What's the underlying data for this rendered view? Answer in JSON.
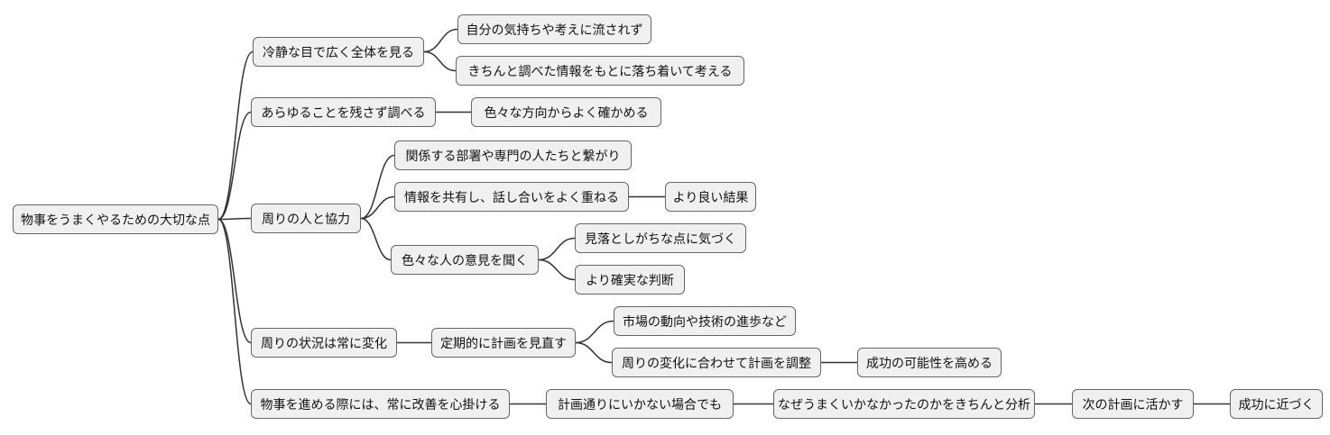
{
  "diagram": {
    "kind": "mindmap-flowchart-left-to-right",
    "background": "#ffffff"
  },
  "colors": {
    "node_fill": "#f0f0f0",
    "node_border": "#666666",
    "edge_line": "#333333",
    "text": "#111111"
  },
  "nodes": {
    "root": {
      "label": "物事をうまくやるための大切な点"
    },
    "calm_view": {
      "label": "冷静な目で広く全体を見る"
    },
    "not_swayed": {
      "label": "自分の気持ちや考えに流されず"
    },
    "think_calmly": {
      "label": "きちんと調べた情報をもとに落ち着いて考える"
    },
    "investigate_all": {
      "label": "あらゆることを残さず調べる"
    },
    "check_directions": {
      "label": "色々な方向からよく確かめる"
    },
    "cooperate": {
      "label": "周りの人と協力"
    },
    "connect_experts": {
      "label": "関係する部署や専門の人たちと繋がり"
    },
    "share_info": {
      "label": "情報を共有し、話し合いをよく重ねる"
    },
    "better_results": {
      "label": "より良い結果"
    },
    "listen_opinions": {
      "label": "色々な人の意見を聞く"
    },
    "notice_overlooked": {
      "label": "見落としがちな点に気づく"
    },
    "reliable_judgment": {
      "label": "より確実な判断"
    },
    "situation_changes": {
      "label": "周りの状況は常に変化"
    },
    "review_plan": {
      "label": "定期的に計画を見直す"
    },
    "market_trends": {
      "label": "市場の動向や技術の進歩など"
    },
    "adjust_plan": {
      "label": "周りの変化に合わせて計画を調整"
    },
    "increase_success": {
      "label": "成功の可能性を高める"
    },
    "keep_improving": {
      "label": "物事を進める際には、常に改善を心掛ける"
    },
    "plan_fails": {
      "label": "計画通りにいかない場合でも"
    },
    "analyze_failure": {
      "label": "なぜうまくいかなかったのかをきちんと分析"
    },
    "apply_next_plan": {
      "label": "次の計画に活かす"
    },
    "approach_success": {
      "label": "成功に近づく"
    }
  },
  "edges": [
    {
      "from": "root",
      "to": "calm_view"
    },
    {
      "from": "root",
      "to": "investigate_all"
    },
    {
      "from": "root",
      "to": "cooperate"
    },
    {
      "from": "root",
      "to": "situation_changes"
    },
    {
      "from": "root",
      "to": "keep_improving"
    },
    {
      "from": "calm_view",
      "to": "not_swayed"
    },
    {
      "from": "calm_view",
      "to": "think_calmly"
    },
    {
      "from": "investigate_all",
      "to": "check_directions"
    },
    {
      "from": "cooperate",
      "to": "connect_experts"
    },
    {
      "from": "cooperate",
      "to": "share_info"
    },
    {
      "from": "cooperate",
      "to": "listen_opinions"
    },
    {
      "from": "share_info",
      "to": "better_results"
    },
    {
      "from": "listen_opinions",
      "to": "notice_overlooked"
    },
    {
      "from": "listen_opinions",
      "to": "reliable_judgment"
    },
    {
      "from": "situation_changes",
      "to": "review_plan"
    },
    {
      "from": "review_plan",
      "to": "market_trends"
    },
    {
      "from": "review_plan",
      "to": "adjust_plan"
    },
    {
      "from": "adjust_plan",
      "to": "increase_success"
    },
    {
      "from": "keep_improving",
      "to": "plan_fails"
    },
    {
      "from": "plan_fails",
      "to": "analyze_failure"
    },
    {
      "from": "analyze_failure",
      "to": "apply_next_plan"
    },
    {
      "from": "apply_next_plan",
      "to": "approach_success"
    }
  ]
}
